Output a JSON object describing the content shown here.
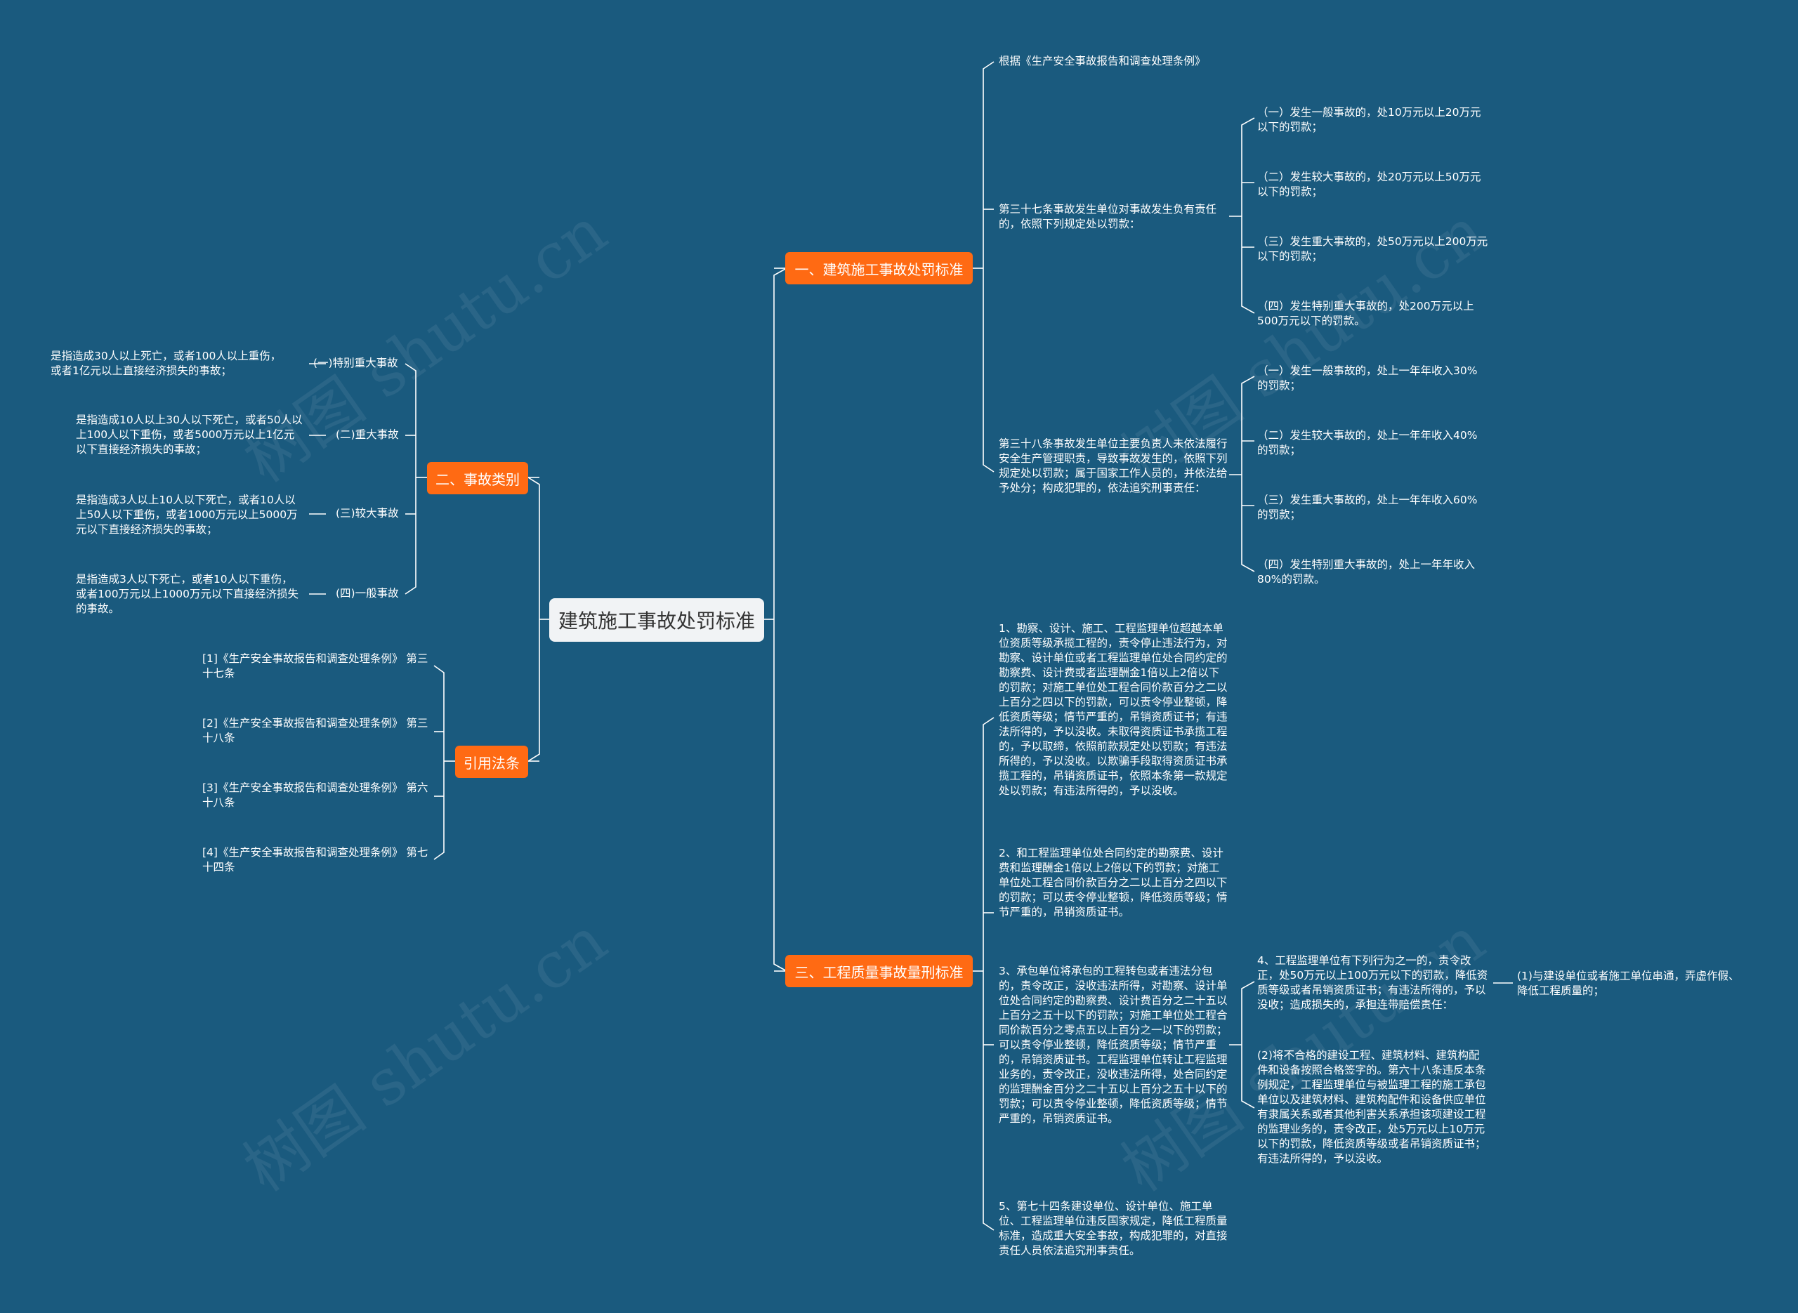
{
  "colors": {
    "background": "#1a5a7e",
    "branch": "#ff6a13",
    "root_bg": "#f1f3f5",
    "line": "#ffffff"
  },
  "watermark": "树图 shutu.cn",
  "root": {
    "label": "建筑施工事故处罚标准"
  },
  "branches": {
    "b1": {
      "label": "一、建筑施工事故处罚标准",
      "basis": "根据《生产安全事故报告和调查处理条例》",
      "art37": "第三十七条事故发生单位对事故发生负有责任的，依照下列规定处以罚款：",
      "art37_items": [
        "（一）发生一般事故的，处10万元以上20万元以下的罚款；",
        "（二）发生较大事故的，处20万元以上50万元以下的罚款；",
        "（三）发生重大事故的，处50万元以上200万元以下的罚款；",
        "（四）发生特别重大事故的，处200万元以上500万元以下的罚款。"
      ],
      "art38": "第三十八条事故发生单位主要负责人未依法履行安全生产管理职责，导致事故发生的，依照下列规定处以罚款；属于国家工作人员的，并依法给予处分；构成犯罪的，依法追究刑事责任：",
      "art38_items": [
        "（一）发生一般事故的，处上一年年收入30%的罚款；",
        "（二）发生较大事故的，处上一年年收入40%的罚款；",
        "（三）发生重大事故的，处上一年年收入60%的罚款；",
        "（四）发生特别重大事故的，处上一年年收入80%的罚款。"
      ]
    },
    "b2": {
      "label": "二、事故类别",
      "items": [
        {
          "label": "(一)特别重大事故",
          "desc": "是指造成30人以上死亡，或者100人以上重伤，或者1亿元以上直接经济损失的事故；"
        },
        {
          "label": "(二)重大事故",
          "desc": "是指造成10人以上30人以下死亡，或者50人以上100人以下重伤，或者5000万元以上1亿元以下直接经济损失的事故；"
        },
        {
          "label": "(三)较大事故",
          "desc": "是指造成3人以上10人以下死亡，或者10人以上50人以下重伤，或者1000万元以上5000万元以下直接经济损失的事故；"
        },
        {
          "label": "(四)一般事故",
          "desc": "是指造成3人以下死亡，或者10人以下重伤，或者100万元以上1000万元以下直接经济损失的事故。"
        }
      ]
    },
    "b3": {
      "label": "引用法条",
      "items": [
        "[1]《生产安全事故报告和调查处理条例》 第三十七条",
        "[2]《生产安全事故报告和调查处理条例》 第三十八条",
        "[3]《生产安全事故报告和调查处理条例》 第六十八条",
        "[4]《生产安全事故报告和调查处理条例》 第七十四条"
      ]
    },
    "b4": {
      "label": "三、工程质量事故量刑标准",
      "items": [
        "1、勘察、设计、施工、工程监理单位超越本单位资质等级承揽工程的，责令停止违法行为，对勘察、设计单位或者工程监理单位处合同约定的勘察费、设计费或者监理酬金1倍以上2倍以下的罚款；对施工单位处工程合同价款百分之二以上百分之四以下的罚款，可以责令停业整顿，降低资质等级；情节严重的，吊销资质证书；有违法所得的，予以没收。未取得资质证书承揽工程的，予以取缔，依照前款规定处以罚款；有违法所得的，予以没收。以欺骗手段取得资质证书承揽工程的，吊销资质证书，依照本条第一款规定处以罚款；有违法所得的，予以没收。",
        "2、和工程监理单位处合同约定的勘察费、设计费和监理酬金1倍以上2倍以下的罚款；对施工单位处工程合同价款百分之二以上百分之四以下的罚款；可以责令停业整顿，降低资质等级；情节严重的，吊销资质证书。",
        "3、承包单位将承包的工程转包或者违法分包的，责令改正，没收违法所得，对勘察、设计单位处合同约定的勘察费、设计费百分之二十五以上百分之五十以下的罚款；对施工单位处工程合同价款百分之零点五以上百分之一以下的罚款；可以责令停业整顿，降低资质等级；情节严重的，吊销资质证书。工程监理单位转让工程监理业务的，责令改正，没收违法所得，处合同约定的监理酬金百分之二十五以上百分之五十以下的罚款；可以责令停业整顿，降低资质等级；情节严重的，吊销资质证书。",
        "5、第七十四条建设单位、设计单位、施工单位、工程监理单位违反国家规定，降低工程质量标准，造成重大安全事故，构成犯罪的，对直接责任人员依法追究刑事责任。"
      ],
      "sub4": "4、工程监理单位有下列行为之一的，责令改正，处50万元以上100万元以下的罚款，降低资质等级或者吊销资质证书；有违法所得的，予以没收；造成损失的，承担连带赔偿责任：",
      "sub4_item1": "(1)与建设单位或者施工单位串通，弄虚作假、降低工程质量的；",
      "sub4_item2": "(2)将不合格的建设工程、建筑材料、建筑构配件和设备按照合格签字的。第六十八条违反本条例规定，工程监理单位与被监理工程的施工承包单位以及建筑材料、建筑构配件和设备供应单位有隶属关系或者其他利害关系承担该项建设工程的监理业务的，责令改正，处5万元以上10万元以下的罚款，降低资质等级或者吊销资质证书；有违法所得的，予以没收。"
    }
  }
}
